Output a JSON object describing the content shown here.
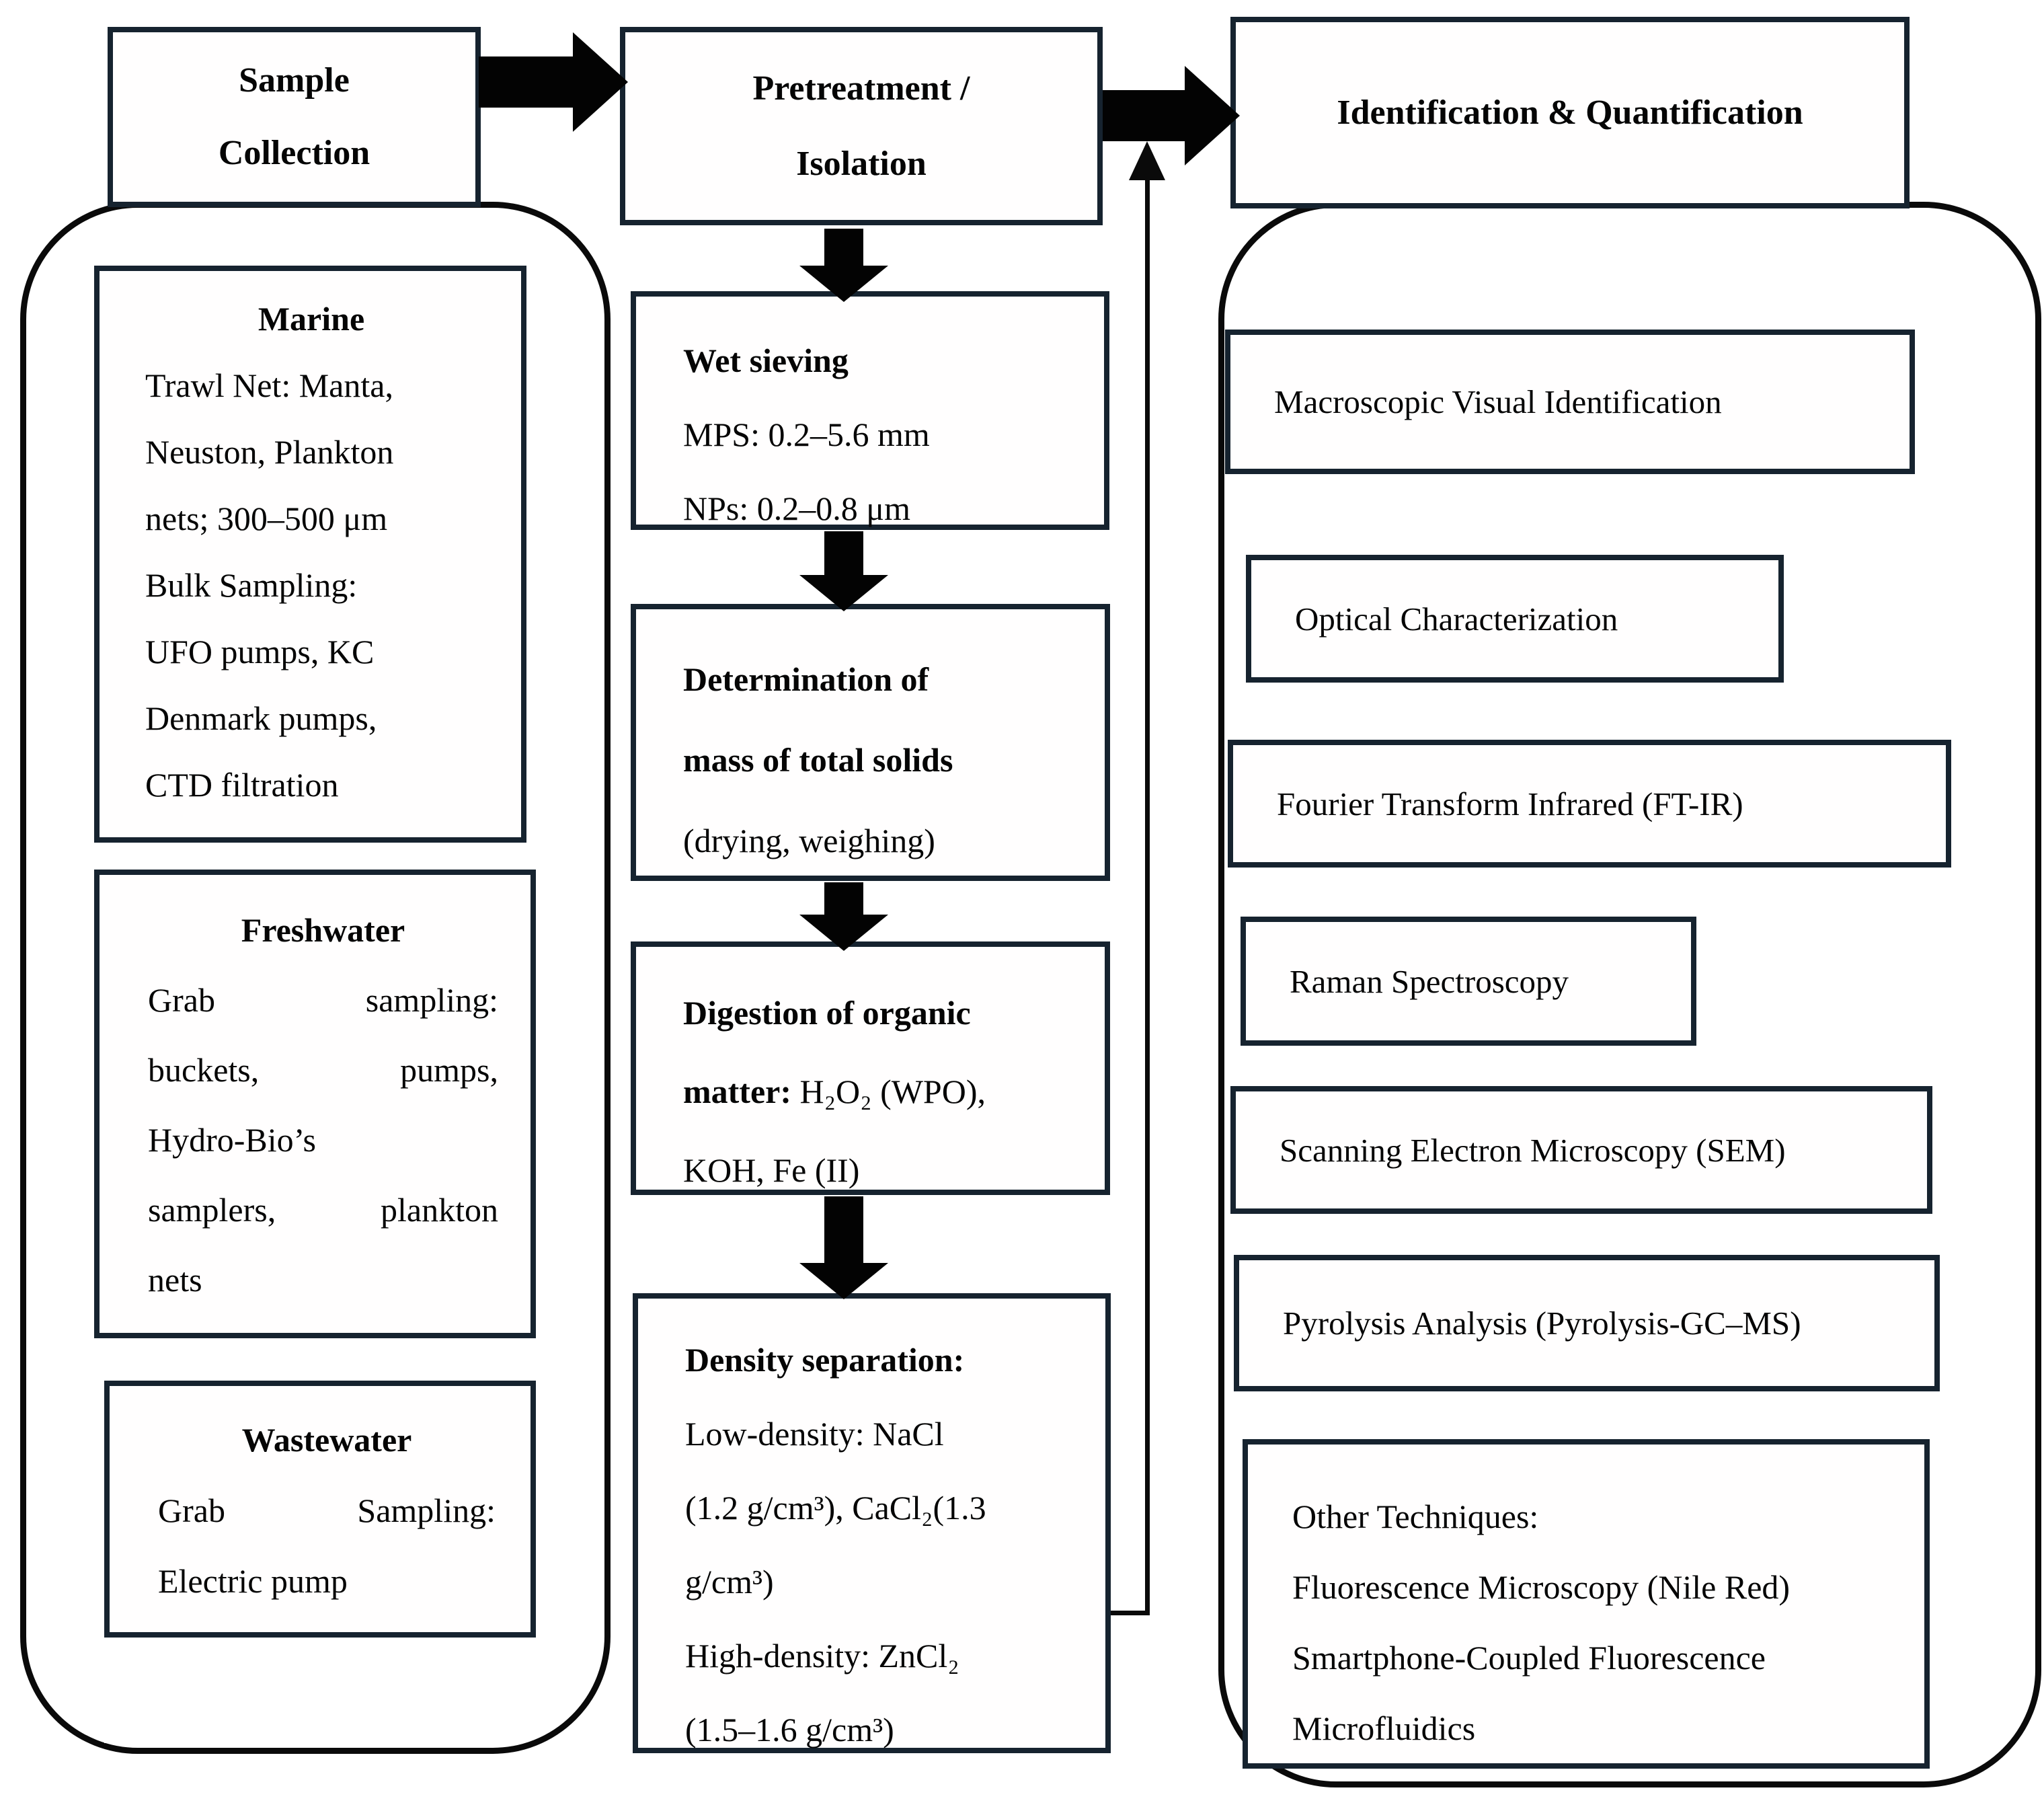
{
  "diagram": {
    "left": {
      "title": "Sample\nCollection",
      "marine": {
        "heading": "Marine",
        "lines": [
          "Trawl Net: Manta,",
          "Neuston, Plankton",
          "nets; 300–500 μm",
          "Bulk Sampling:",
          "UFO pumps, KC",
          "Denmark pumps,",
          "CTD filtration"
        ]
      },
      "freshwater": {
        "heading": "Freshwater",
        "lines": [
          "Grab sampling:",
          "buckets, pumps,",
          "Hydro-Bio’s",
          "samplers, plankton",
          "nets"
        ]
      },
      "wastewater": {
        "heading": "Wastewater",
        "lines": [
          "Grab Sampling:",
          "Electric pump"
        ]
      }
    },
    "middle": {
      "title": "Pretreatment /\nIsolation",
      "wet_sieving": {
        "heading": "Wet sieving",
        "lines": [
          "MPS: 0.2–5.6 mm",
          "NPs: 0.2–0.8 μm"
        ]
      },
      "determination": {
        "heading_line1": "Determination of",
        "heading_line2": "mass of total solids",
        "line": "(drying, weighing)"
      },
      "digestion": {
        "heading_line1": "Digestion of organic",
        "heading_line2_bold": "matter:",
        "line2_rest": " H₂O₂ (WPO),",
        "line3": "KOH, Fe (II)"
      },
      "density": {
        "heading": "Density separation:",
        "lines": [
          "Low-density: NaCl",
          "(1.2 g/cm³), CaCl₂(1.3",
          "g/cm³)",
          "High-density: ZnCl₂",
          "(1.5–1.6 g/cm³)"
        ]
      }
    },
    "right": {
      "title": "Identification & Quantification",
      "boxes": [
        "Macroscopic Visual Identification",
        "Optical Characterization",
        "Fourier Transform Infrared (FT-IR)",
        "Raman Spectroscopy",
        "Scanning Electron Microscopy (SEM)",
        "Pyrolysis Analysis (Pyrolysis-GC–MS)"
      ],
      "other": {
        "lines": [
          "Other Techniques:",
          "Fluorescence Microscopy (Nile Red)",
          "Smartphone-Coupled Fluorescence",
          "Microfluidics"
        ]
      }
    }
  }
}
